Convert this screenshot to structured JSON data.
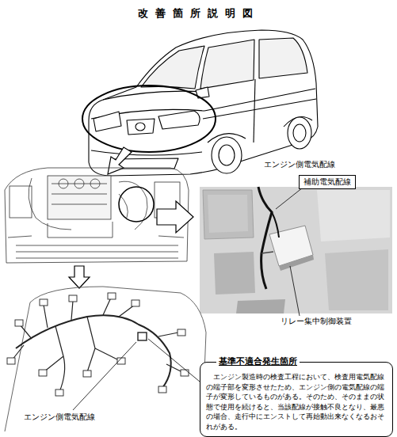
{
  "diagram": {
    "title": "改善箇所説明図",
    "nodes": [
      {
        "text": [
          "補助電気配線"
        ]
      },
      {
        "text": [
          "基準不適合発生箇所",
          "エンジン製造時の検査工程において、検査用電気配線の端子部を変形させたため、エンジン側の電気配線の端子が変形しているものがある。そのため、そのままの状態で使用を続けると、当該配線が接触不良となり、最悪の場合、走行中にエンストして再始動出来なくなるおそれがある。"
        ]
      }
    ],
    "labels": [
      "エンジン側電気配線",
      "リレー集中制御装置",
      "エンジン側電気配線"
    ]
  }
}
